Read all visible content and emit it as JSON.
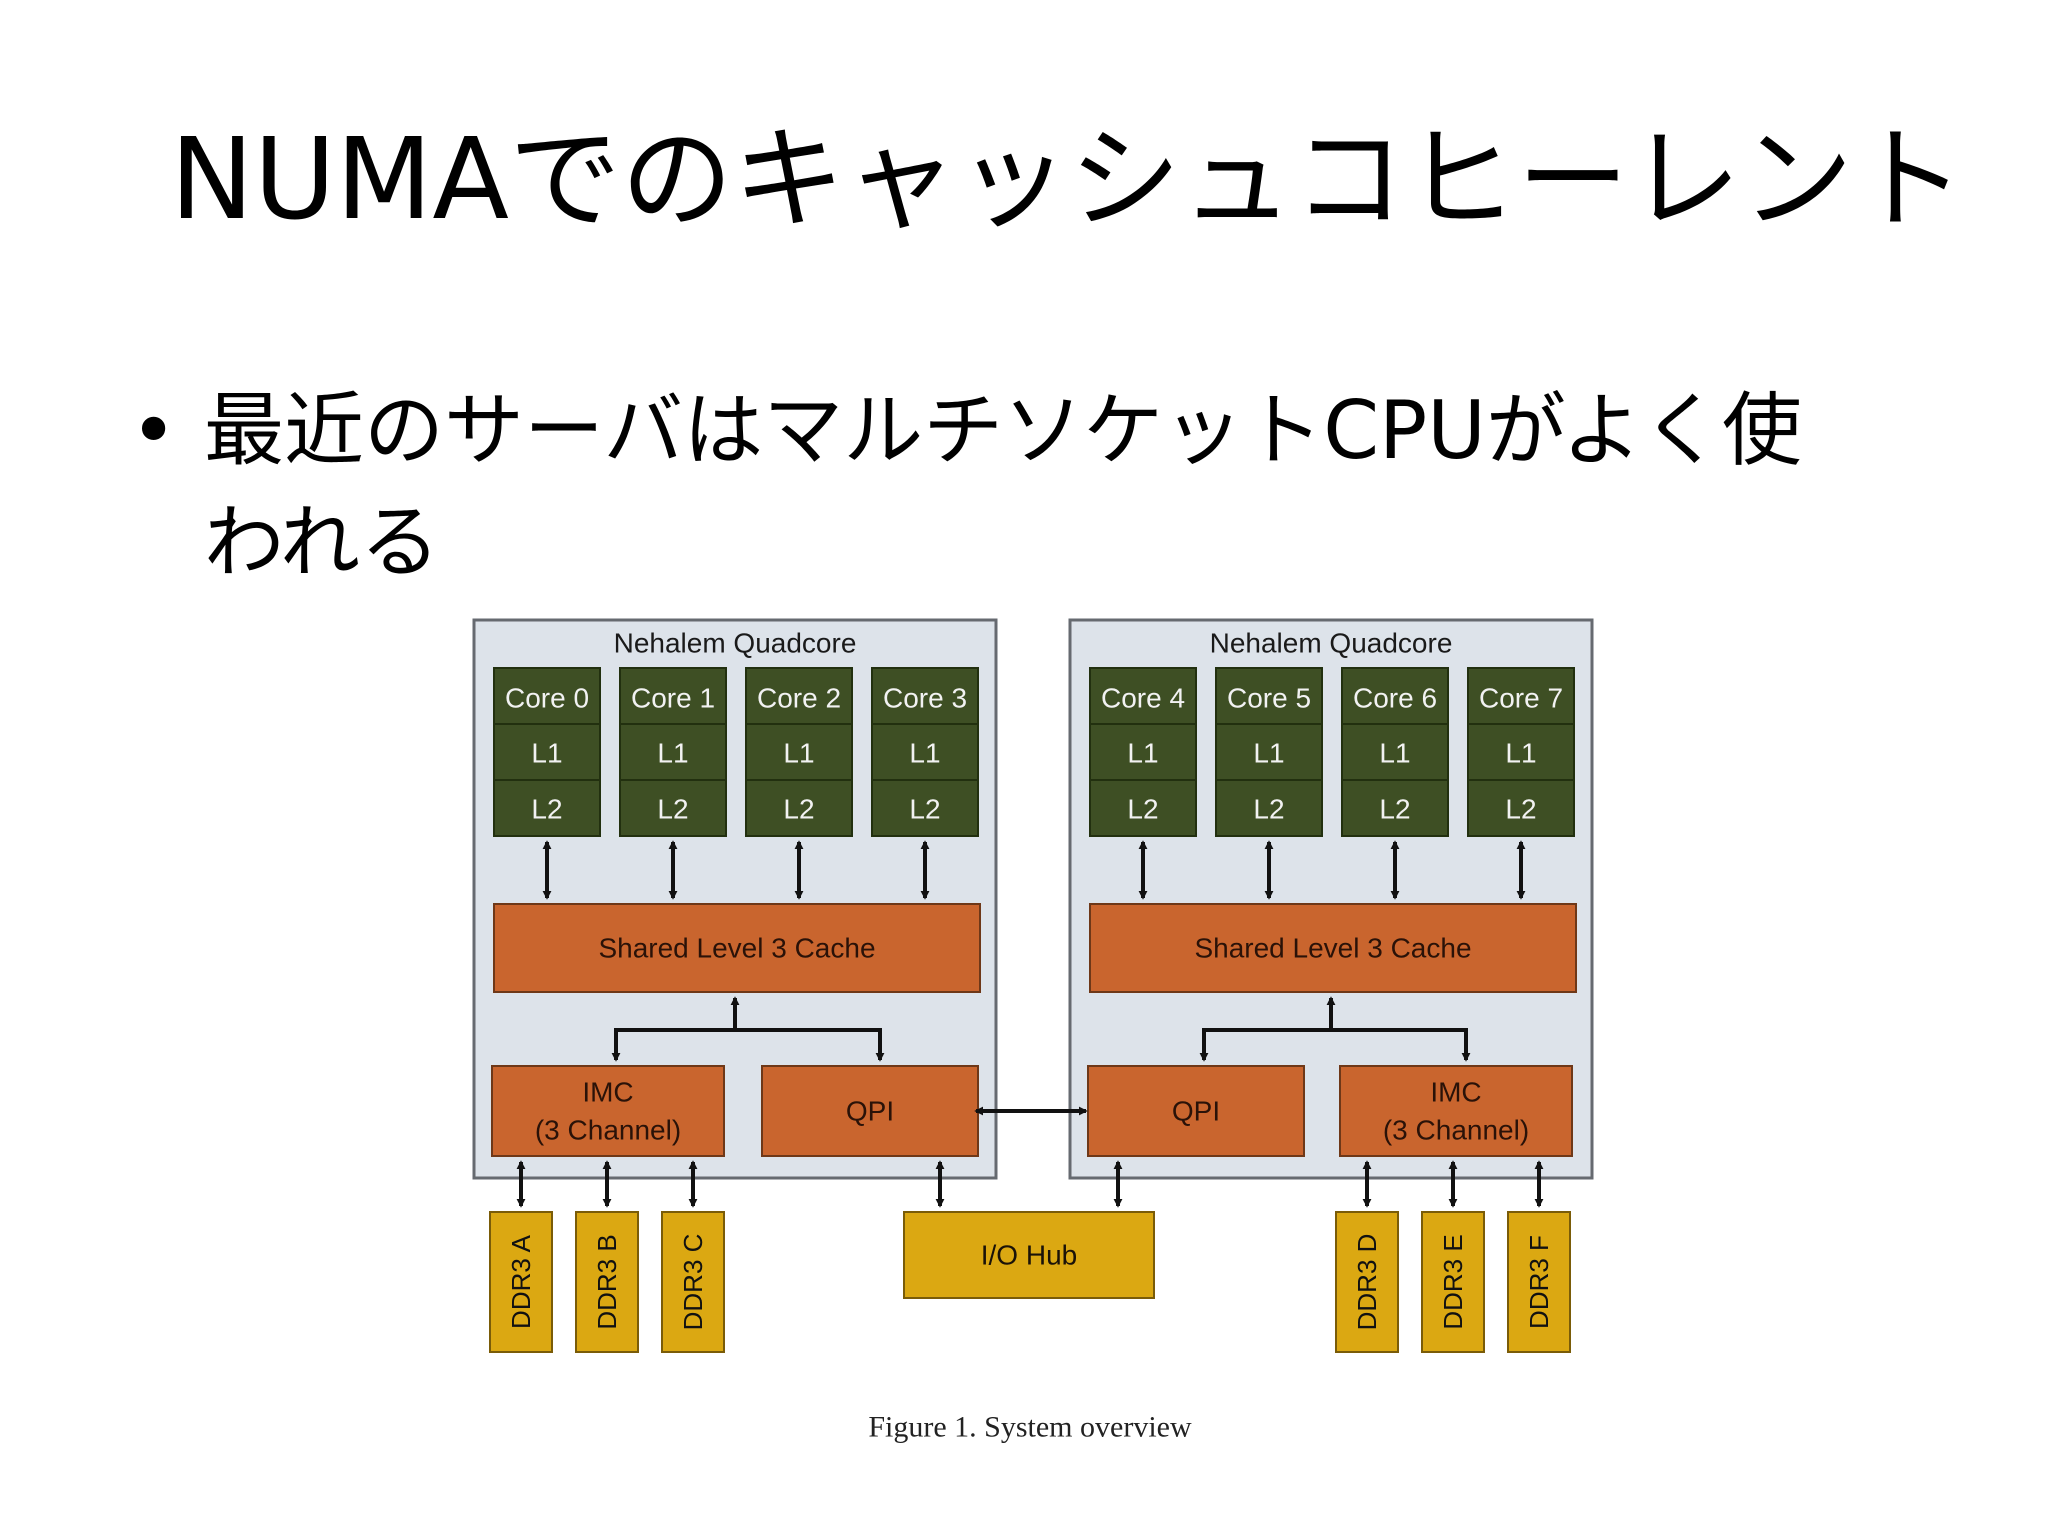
{
  "slide": {
    "title": "NUMAでのキャッシュコヒーレント",
    "bullet_symbol": "•",
    "bullet_line1": "最近のサーバはマルチソケットCPUがよく使",
    "bullet_line2": "われる"
  },
  "diagram": {
    "sockets": [
      {
        "label": "Nehalem Quadcore",
        "cores": [
          {
            "name": "Core 0",
            "l1": "L1",
            "l2": "L2"
          },
          {
            "name": "Core 1",
            "l1": "L1",
            "l2": "L2"
          },
          {
            "name": "Core 2",
            "l1": "L1",
            "l2": "L2"
          },
          {
            "name": "Core 3",
            "l1": "L1",
            "l2": "L2"
          }
        ],
        "l3": "Shared Level 3 Cache",
        "imc_line1": "IMC",
        "imc_line2": "(3 Channel)",
        "qpi": "QPI",
        "ddr": [
          "DDR3 A",
          "DDR3 B",
          "DDR3 C"
        ]
      },
      {
        "label": "Nehalem Quadcore",
        "cores": [
          {
            "name": "Core 4",
            "l1": "L1",
            "l2": "L2"
          },
          {
            "name": "Core 5",
            "l1": "L1",
            "l2": "L2"
          },
          {
            "name": "Core 6",
            "l1": "L1",
            "l2": "L2"
          },
          {
            "name": "Core 7",
            "l1": "L1",
            "l2": "L2"
          }
        ],
        "l3": "Shared Level 3 Cache",
        "imc_line1": "IMC",
        "imc_line2": "(3 Channel)",
        "qpi": "QPI",
        "ddr": [
          "DDR3 D",
          "DDR3 E",
          "DDR3 F"
        ]
      }
    ],
    "io_hub": "I/O Hub",
    "caption": "Figure 1.   System overview",
    "colors": {
      "socket_bg": "#dde3ea",
      "socket_border": "#666a70",
      "core": "#3e4f24",
      "core_text": "#f2f2f2",
      "orange": "#c9652e",
      "orange_border": "#6e3818",
      "yellow": "#dba812",
      "yellow_border": "#7a5c08",
      "arrow": "#111111"
    }
  }
}
